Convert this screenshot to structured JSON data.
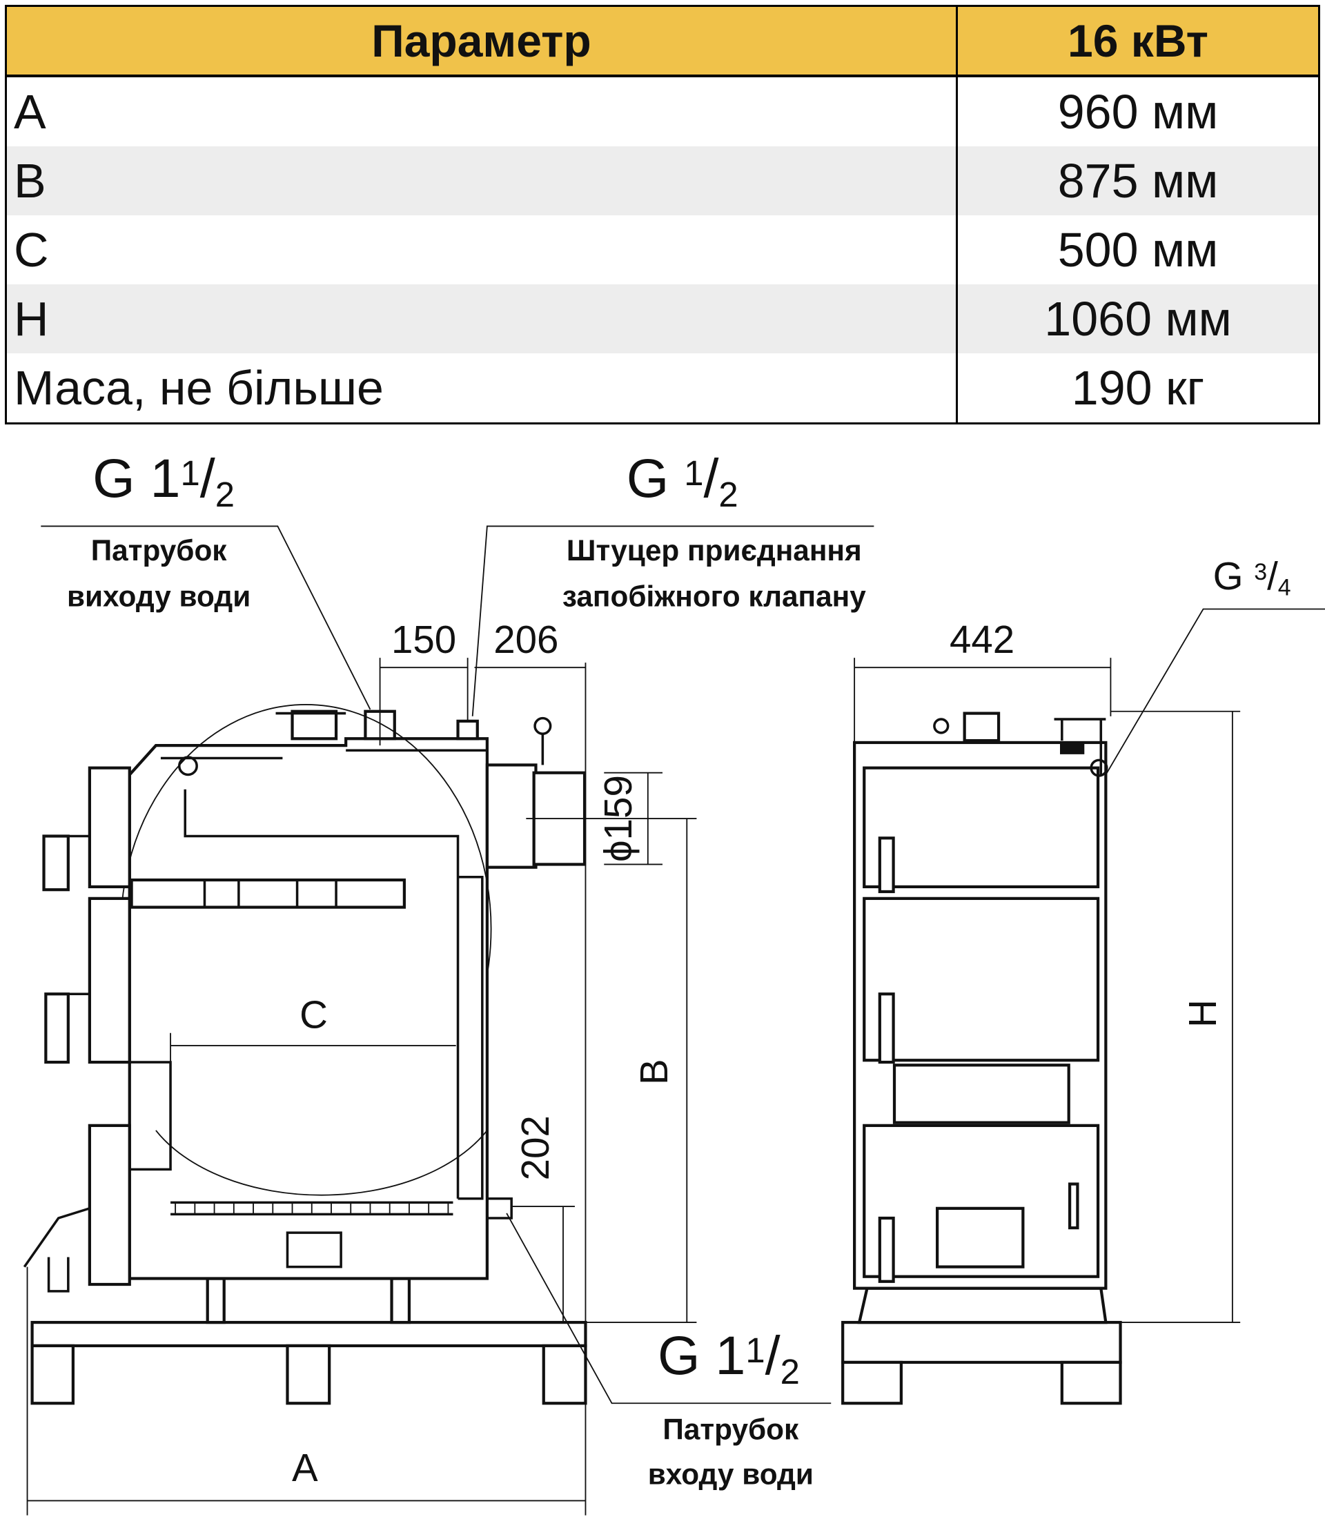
{
  "table": {
    "headers": [
      "Параметр",
      "16 кВт"
    ],
    "rows": [
      {
        "param": "A",
        "value": "960 мм"
      },
      {
        "param": "B",
        "value": "875  мм"
      },
      {
        "param": "C",
        "value": "500 мм"
      },
      {
        "param": "H",
        "value": "1060 мм"
      },
      {
        "param": "Маса, не більше",
        "value": "190 кг"
      }
    ],
    "header_color": "#f0c24a"
  },
  "drawing": {
    "outlet": {
      "thread": "G 1",
      "frac_num": "1",
      "frac_den": "2",
      "label_line1": "Патрубок",
      "label_line2": "виходу води"
    },
    "valve": {
      "thread": "G ",
      "frac_num": "1",
      "frac_den": "2",
      "label_line1": "Штуцер приєднання",
      "label_line2": "запобіжного клапану"
    },
    "side_fitting": {
      "thread": "G ",
      "frac_num": "3",
      "frac_den": "4"
    },
    "inlet": {
      "thread": "G 1",
      "frac_num": "1",
      "frac_den": "2",
      "label_line1": "Патрубок",
      "label_line2": "входу води"
    },
    "dims": {
      "d150": "150",
      "d206": "206",
      "d442": "442",
      "flue": "ϕ159",
      "d202": "202",
      "A": "A",
      "B": "B",
      "C": "C",
      "H": "H"
    }
  }
}
